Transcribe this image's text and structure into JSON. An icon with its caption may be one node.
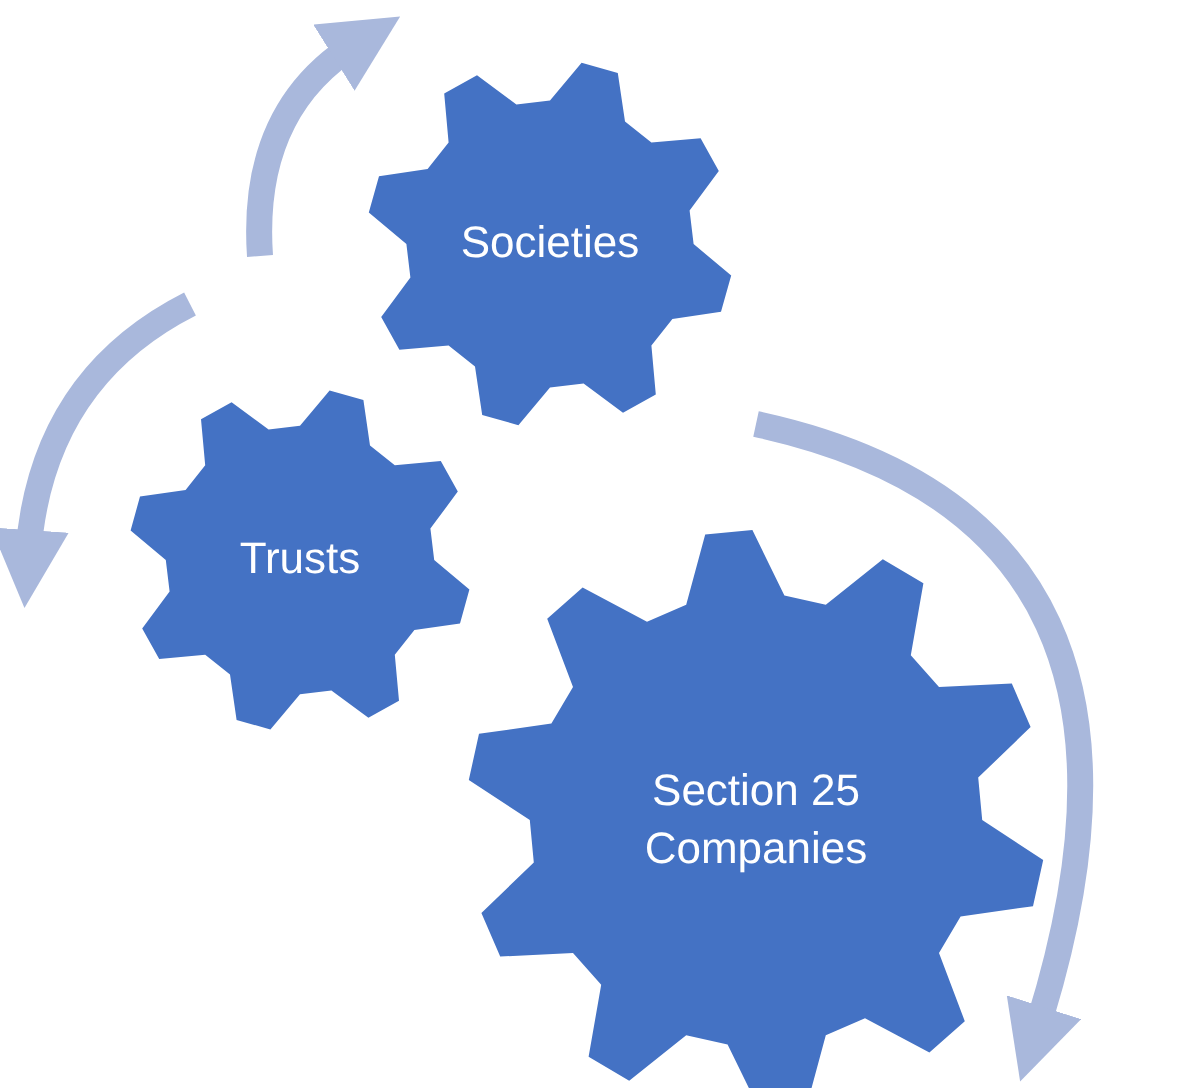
{
  "diagram": {
    "nodes": [
      {
        "text": [
          "Societies"
        ]
      },
      {
        "text": [
          "Trusts"
        ]
      },
      {
        "text": [
          "Section 25 Companies"
        ]
      }
    ]
  }
}
